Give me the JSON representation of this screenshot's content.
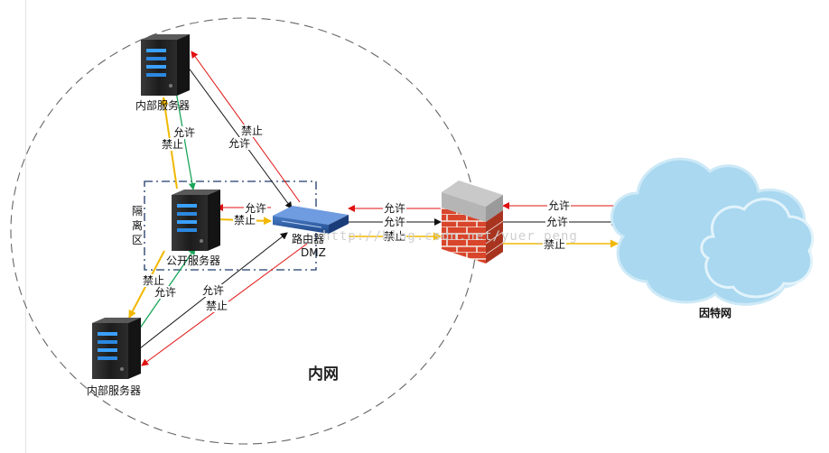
{
  "nodes": {
    "internal_server_top": "内部服务器",
    "public_server": "公开服务器",
    "internal_server_bottom": "内部服务器",
    "router": "路由器",
    "dmz": "DMZ",
    "internet": "因特网",
    "intranet": "内网",
    "isolation_zone": "隔离区"
  },
  "edges": {
    "allow": "允许",
    "deny": "禁止"
  },
  "watermark": "http://blog.csdn.net/yuer_peng",
  "colors": {
    "allow_black": "#111111",
    "deny_red": "#e01010",
    "deny_yellow": "#f2b800",
    "allow_green": "#1aa55a",
    "router_blue": "#2a5aa8",
    "cloud_blue": "#a9d8f0",
    "brick_red": "#d9452b"
  }
}
